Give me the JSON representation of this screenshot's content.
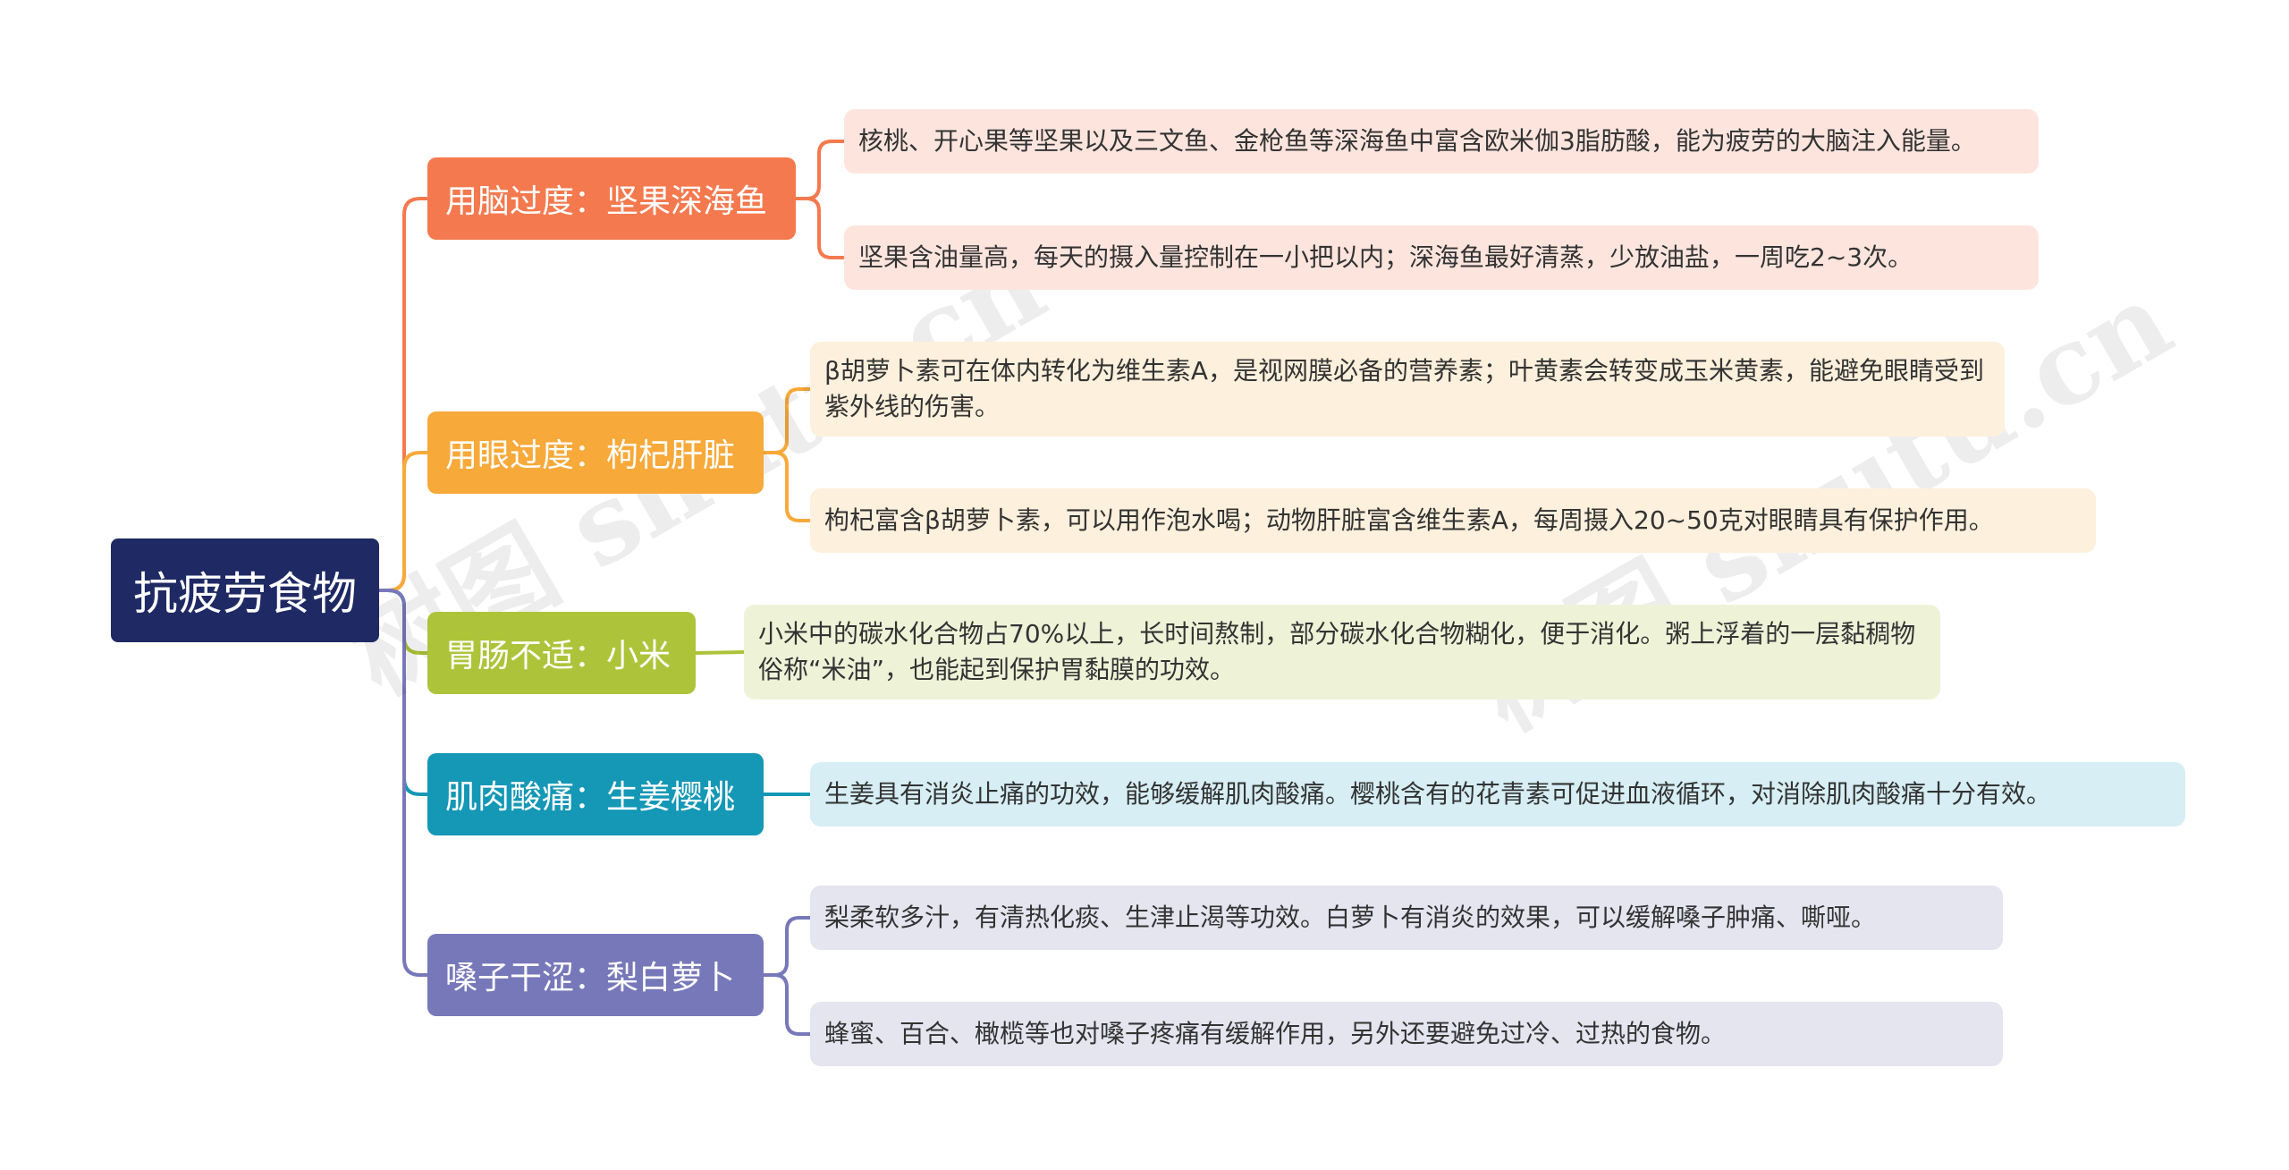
{
  "root": {
    "label": "抗疲劳食物",
    "color": "#1f2a64"
  },
  "branches": [
    {
      "label": "用脑过度：坚果深海鱼",
      "color": "#f4794e",
      "leaf_bg": "#fde5de",
      "leaves": [
        "核桃、开心果等坚果以及三文鱼、金枪鱼等深海鱼中富含欧米伽3脂肪酸，能为疲劳的大脑注入能量。",
        "坚果含油量高，每天的摄入量控制在一小把以内；深海鱼最好清蒸，少放油盐，一周吃2~3次。"
      ]
    },
    {
      "label": "用眼过度：枸杞肝脏",
      "color": "#f7a93a",
      "leaf_bg": "#fdf0dc",
      "leaves": [
        "β胡萝卜素可在体内转化为维生素A，是视网膜必备的营养素；叶黄素会转变成玉米黄素，能避免眼睛受到紫外线的伤害。",
        "枸杞富含β胡萝卜素，可以用作泡水喝；动物肝脏富含维生素A，每周摄入20~50克对眼睛具有保护作用。"
      ]
    },
    {
      "label": "胃肠不适：小米",
      "color": "#adc43a",
      "leaf_bg": "#eef3d8",
      "leaves": [
        "小米中的碳水化合物占70%以上，长时间熬制，部分碳水化合物糊化，便于消化。粥上浮着的一层黏稠物俗称“米油”，也能起到保护胃黏膜的功效。"
      ]
    },
    {
      "label": "肌肉酸痛：生姜樱桃",
      "color": "#1597b6",
      "leaf_bg": "#d6eef4",
      "leaves": [
        "生姜具有消炎止痛的功效，能够缓解肌肉酸痛。樱桃含有的花青素可促进血液循环，对消除肌肉酸痛十分有效。"
      ]
    },
    {
      "label": "嗓子干涩：梨白萝卜",
      "color": "#7778b9",
      "leaf_bg": "#e5e5f0",
      "leaves": [
        "梨柔软多汁，有清热化痰、生津止渴等功效。白萝卜有消炎的效果，可以缓解嗓子肿痛、嘶哑。",
        "蜂蜜、百合、橄榄等也对嗓子疼痛有缓解作用，另外还要避免过冷、过热的食物。"
      ]
    }
  ],
  "watermark": "树图 shutu.cn"
}
